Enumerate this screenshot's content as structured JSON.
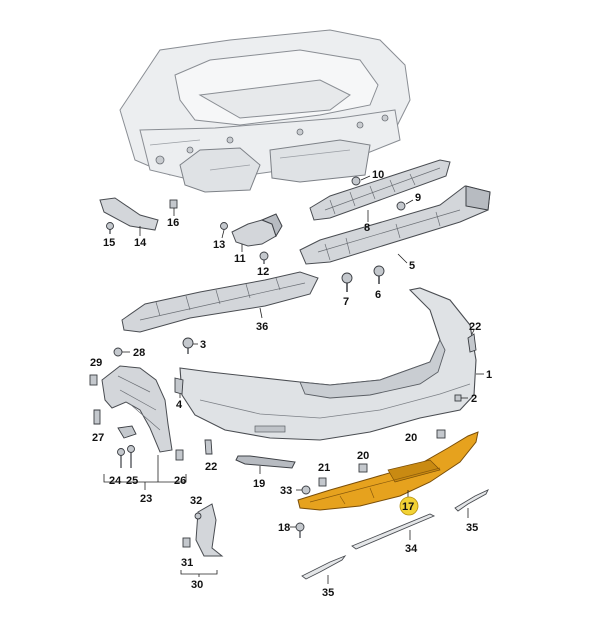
{
  "diagram": {
    "highlight_color": "#e6a21e",
    "highlight_marker_color": "#f2d235",
    "callouts": {
      "c1": "1",
      "c2": "2",
      "c3": "3",
      "c4": "4",
      "c5": "5",
      "c6": "6",
      "c7": "7",
      "c8": "8",
      "c9": "9",
      "c10": "10",
      "c11": "11",
      "c12": "12",
      "c13": "13",
      "c14": "14",
      "c15": "15",
      "c16": "16",
      "c17": "17",
      "c18": "18",
      "c19": "19",
      "c20a": "20",
      "c20b": "20",
      "c21": "21",
      "c22a": "22",
      "c22b": "22",
      "c23": "23",
      "c24": "24",
      "c25": "25",
      "c26": "26",
      "c27": "27",
      "c28": "28",
      "c29": "29",
      "c30": "30",
      "c31": "31",
      "c32": "32",
      "c33": "33",
      "c34": "34",
      "c35a": "35",
      "c35b": "35",
      "c36": "36"
    }
  }
}
